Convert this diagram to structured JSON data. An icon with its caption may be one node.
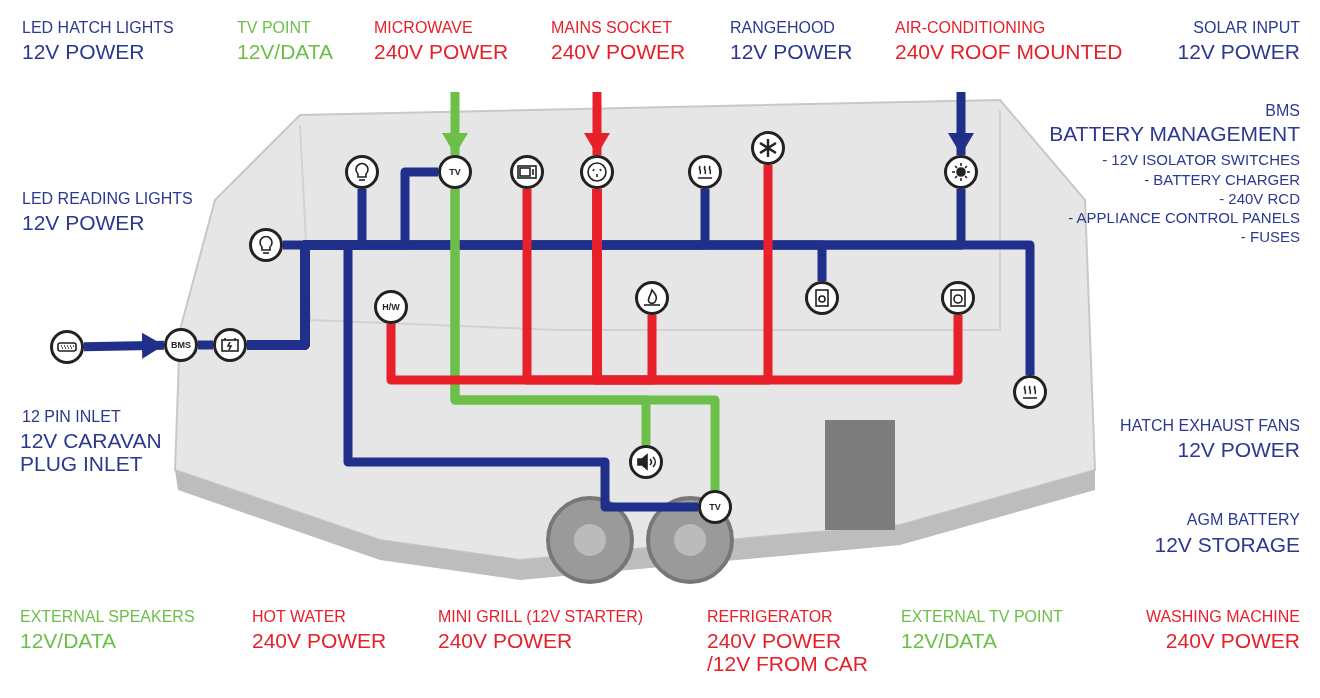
{
  "diagram": {
    "nodes": [
      {
        "text": [],
        "shape": "picture"
      },
      {
        "text": [
          "BMS"
        ]
      },
      {
        "text": [],
        "shape": "picture"
      },
      {
        "text": [],
        "shape": "picture"
      },
      {
        "text": [],
        "shape": "picture"
      },
      {
        "text": [
          "TV"
        ]
      },
      {
        "text": [],
        "shape": "picture"
      },
      {
        "text": [],
        "shape": "picture"
      },
      {
        "text": [],
        "shape": "picture"
      },
      {
        "text": [],
        "shape": "picture"
      },
      {
        "text": [],
        "shape": "picture"
      },
      {
        "text": [
          "H/W"
        ]
      },
      {
        "text": [],
        "shape": "picture"
      },
      {
        "text": [],
        "shape": "picture"
      },
      {
        "text": [],
        "shape": "picture"
      },
      {
        "text": [],
        "shape": "picture"
      },
      {
        "text": [],
        "shape": "picture"
      },
      {
        "text": [
          "TV"
        ]
      }
    ],
    "edges": [
      {
        "from": null,
        "to": 5,
        "arrow": "to",
        "color": "#6cc04a"
      },
      {
        "from": null,
        "to": 7,
        "arrow": "to",
        "color": "#e8202a"
      },
      {
        "from": null,
        "to": 10,
        "arrow": "to"
      },
      {
        "from": 0,
        "to": 1,
        "arrow": "to"
      },
      {
        "from": 1,
        "to": 2,
        "arrow": "none"
      },
      {
        "from": 2,
        "to": 3,
        "arrow": "none"
      },
      {
        "from": 2,
        "to": 4,
        "arrow": "none"
      },
      {
        "from": 2,
        "to": 5,
        "arrow": "none"
      },
      {
        "from": 2,
        "to": 8,
        "arrow": "none"
      },
      {
        "from": 2,
        "to": 10,
        "arrow": "none"
      },
      {
        "from": 2,
        "to": 13,
        "arrow": "none"
      },
      {
        "from": 2,
        "to": 15,
        "arrow": "none"
      },
      {
        "from": 2,
        "to": 17,
        "arrow": "none"
      },
      {
        "from": 5,
        "to": 16,
        "arrow": "none",
        "color": "#6cc04a"
      },
      {
        "from": 5,
        "to": 17,
        "arrow": "none",
        "color": "#6cc04a"
      },
      {
        "from": 7,
        "to": 6,
        "arrow": "none",
        "color": "#e8202a"
      },
      {
        "from": 7,
        "to": 9,
        "arrow": "none",
        "color": "#e8202a"
      },
      {
        "from": 7,
        "to": 11,
        "arrow": "none",
        "color": "#e8202a"
      },
      {
        "from": 7,
        "to": 12,
        "arrow": "none",
        "color": "#e8202a"
      },
      {
        "from": 7,
        "to": 14,
        "arrow": "none",
        "color": "#e8202a"
      }
    ],
    "labels": [
      "LED HATCH LIGHTS",
      "12V POWER",
      "TV POINT",
      "12V/DATA",
      "MICROWAVE",
      "240V POWER",
      "MAINS SOCKET",
      "240V POWER",
      "RANGEHOOD",
      "12V POWER",
      "AIR-CONDITIONING",
      "240V ROOF MOUNTED",
      "SOLAR INPUT",
      "12V POWER",
      "BMS",
      "BATTERY MANAGEMENT",
      "- 12V ISOLATOR SWITCHES",
      "- BATTERY CHARGER",
      "- 240V RCD",
      "- APPLIANCE CONTROL PANELS",
      "- FUSES",
      "LED READING LIGHTS",
      "12V POWER",
      "12 PIN INLET",
      "12V CARAVAN PLUG INLET",
      "HATCH EXHAUST FANS",
      "12V POWER",
      "AGM BATTERY",
      "12V STORAGE",
      "EXTERNAL SPEAKERS",
      "12V/DATA",
      "HOT WATER",
      "240V POWER",
      "MINI GRILL (12V STARTER)",
      "240V POWER",
      "REFRIGERATOR",
      "240V POWER /12V FROM CAR",
      "EXTERNAL TV POINT",
      "12V/DATA",
      "WASHING MACHINE",
      "240V POWER"
    ]
  }
}
